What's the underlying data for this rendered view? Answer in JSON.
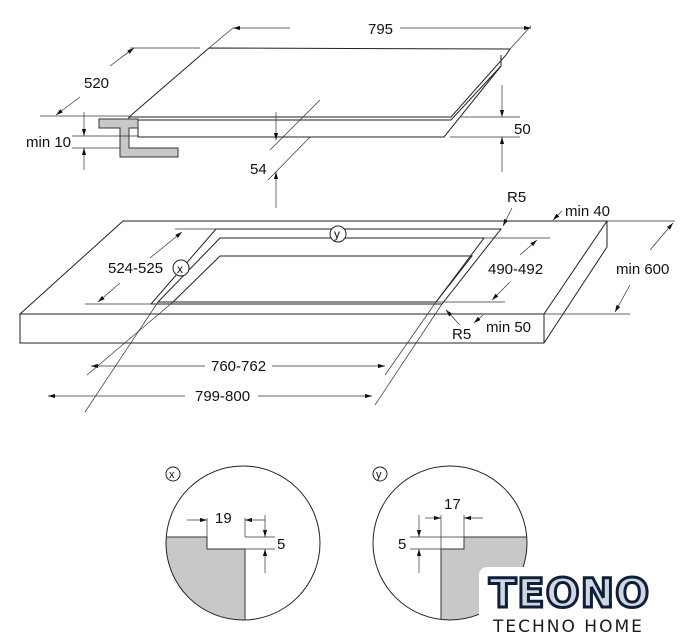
{
  "hob": {
    "width": "795",
    "depth": "520",
    "height": "50",
    "clearance": "54",
    "min_gap": "min 10"
  },
  "cutout": {
    "depth": "524-525",
    "inner_depth": "490-492",
    "inner_width": "760-762",
    "width": "799-800",
    "radius_back": "R5",
    "radius_front": "R5",
    "min_back": "min 40",
    "min_front": "min 50",
    "counter_depth": "min 600",
    "detail_x": "x",
    "detail_y": "y"
  },
  "detail_x": {
    "label": "x",
    "width": "19",
    "depth": "5"
  },
  "detail_y": {
    "label": "y",
    "width": "17",
    "depth": "5"
  },
  "logo": {
    "brand": "TEONO",
    "tagline": "TECHNO HOME"
  }
}
